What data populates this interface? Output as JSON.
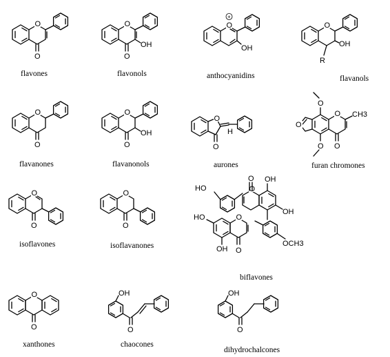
{
  "atoms": {
    "oxygen": "O",
    "hydroxyl": "OH",
    "hydroxyl_left": "HO",
    "hydrogen": "H",
    "r_group": "R",
    "methyl": "CH3",
    "methoxy": "OCH3",
    "charge": "+"
  },
  "compounds": [
    {
      "name": "flavones"
    },
    {
      "name": "flavonols"
    },
    {
      "name": "anthocyanidins"
    },
    {
      "name": "flavanols"
    },
    {
      "name": "flavanones"
    },
    {
      "name": "flavanonols"
    },
    {
      "name": "aurones"
    },
    {
      "name": "furan chromones"
    },
    {
      "name": "isoflavones"
    },
    {
      "name": "isoflavanones"
    },
    {
      "name": "biflavones"
    },
    {
      "name": "xanthones"
    },
    {
      "name": "chaocones"
    },
    {
      "name": "dihydrochalcones"
    }
  ]
}
